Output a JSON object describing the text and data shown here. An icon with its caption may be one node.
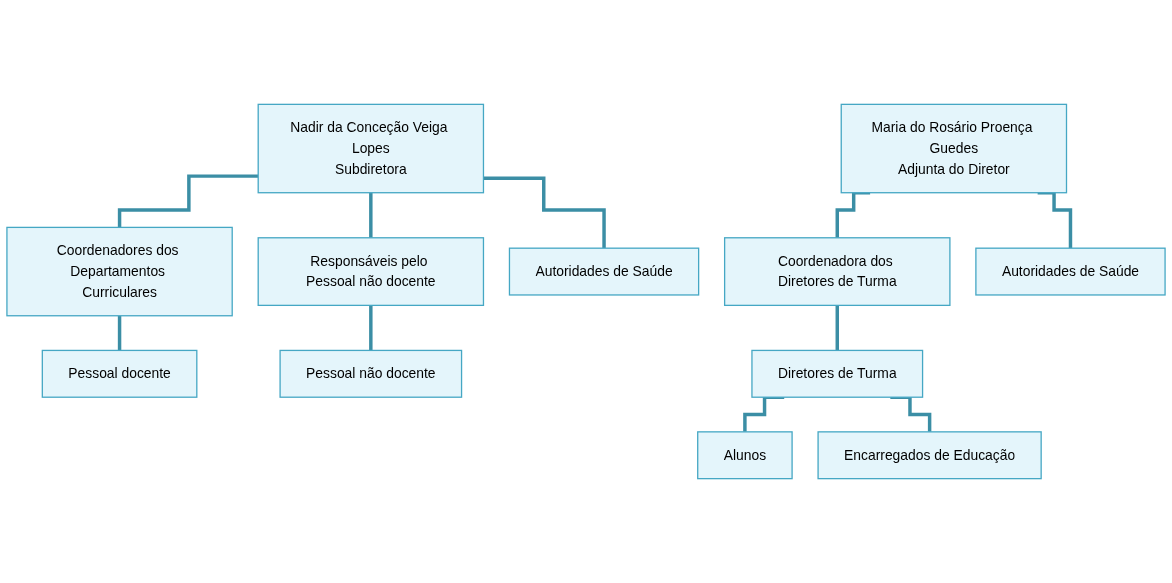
{
  "diagram": {
    "nodes": [
      {
        "text": [
          "Nadir da Conceção Veiga Lopes",
          "Subdiretora"
        ]
      },
      {
        "text": [
          "Coordenadores dos Departamentos Curriculares"
        ]
      },
      {
        "text": [
          "Responsáveis pelo Pessoal não docente"
        ]
      },
      {
        "text": [
          "Autoridades de Saúde"
        ]
      },
      {
        "text": [
          "Pessoal docente"
        ]
      },
      {
        "text": [
          "Pessoal não docente"
        ]
      },
      {
        "text": [
          "Maria do Rosário Proença Guedes",
          "Adjunta do Diretor"
        ]
      },
      {
        "text": [
          "Coordenadora dos Diretores de Turma"
        ]
      },
      {
        "text": [
          "Autoridades de Saúde"
        ]
      },
      {
        "text": [
          "Diretores de Turma"
        ]
      },
      {
        "text": [
          "Alunos"
        ]
      },
      {
        "text": [
          "Encarregados de Educação"
        ]
      }
    ],
    "edges": [
      {
        "from": 0,
        "to": 1,
        "arrow": "none"
      },
      {
        "from": 0,
        "to": 2,
        "arrow": "none"
      },
      {
        "from": 0,
        "to": 3,
        "arrow": "none"
      },
      {
        "from": 1,
        "to": 4,
        "arrow": "none"
      },
      {
        "from": 2,
        "to": 5,
        "arrow": "none"
      },
      {
        "from": 6,
        "to": 7,
        "arrow": "none"
      },
      {
        "from": 6,
        "to": 8,
        "arrow": "none"
      },
      {
        "from": 7,
        "to": 9,
        "arrow": "none"
      },
      {
        "from": 9,
        "to": 10,
        "arrow": "none"
      },
      {
        "from": 9,
        "to": 11,
        "arrow": "none"
      }
    ]
  }
}
